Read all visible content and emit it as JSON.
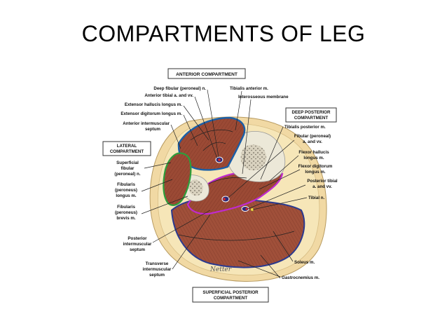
{
  "slide": {
    "title": "COMPARTMENTS OF LEG"
  },
  "compartments": {
    "anterior": "ANTERIOR COMPARTMENT",
    "lateral": [
      "LATERAL",
      "COMPARTMENT"
    ],
    "deep_posterior": [
      "DEEP POSTERIOR",
      "COMPARTMENT"
    ],
    "superficial_posterior": [
      "SUPERFICIAL POSTERIOR",
      "COMPARTMENT"
    ]
  },
  "labels_left": {
    "deep_fibular": "Deep fibular (peroneal) n.",
    "anterior_tibial": "Anterior tibial a. and vv.",
    "ext_hallucis": "Extensor hallucis longus m.",
    "ext_digitorum": "Extensor digitorum longus m.",
    "ant_septum": [
      "Anterior intermuscular",
      "septum"
    ],
    "superficial_fibular": [
      "Superficial",
      "fibular",
      "(peroneal) n."
    ],
    "fibularis_longus": [
      "Fibularis",
      "(peroneus)",
      "longus m."
    ],
    "fibularis_brevis": [
      "Fibularis",
      "(peroneus)",
      "brevis m."
    ],
    "post_septum": [
      "Posterior",
      "intermuscular",
      "septum"
    ],
    "transverse_septum": [
      "Transverse",
      "intermuscular",
      "septum"
    ]
  },
  "labels_right": {
    "tibialis_anterior": "Tibialis anterior m.",
    "interosseous": "Interosseous membrane",
    "tibialis_posterior": "Tibialis posterior m.",
    "fibular_vessels": [
      "Fibular (peroneal)",
      "a. and vv."
    ],
    "flexor_hallucis": [
      "Flexor hallucis",
      "longus m."
    ],
    "flexor_digitorum": [
      "Flexor digitorum",
      "longus m."
    ],
    "posterior_tibial": [
      "Posterior tibial",
      "a. and vv."
    ],
    "tibial_nerve": "Tibial n.",
    "soleus": "Soleus m.",
    "gastrocnemius": "Gastrocnemius m."
  },
  "signature": "Netter",
  "colors": {
    "skin": "#f1d9a4",
    "fat": "#f6e6b8",
    "muscle": "#9b4a35",
    "bone": "#ece8d8",
    "anterior_outline": "#1a5fa8",
    "lateral_outline": "#2e9e3c",
    "deep_posterior_outline": "#c02ad0",
    "superficial_posterior_outline": "#2b3a8f"
  }
}
